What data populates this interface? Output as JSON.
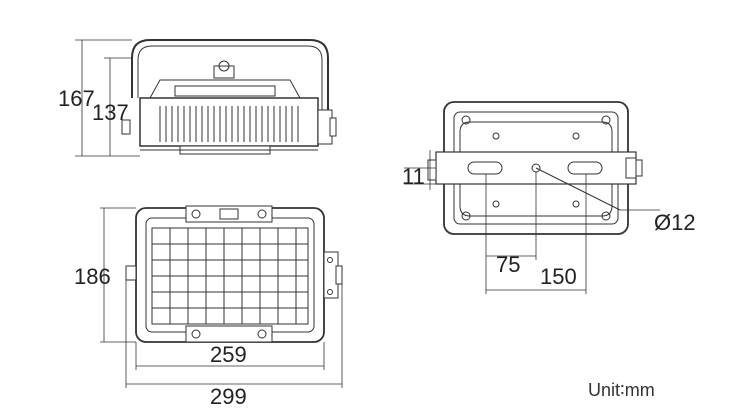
{
  "drawing": {
    "unit_label": "Unit∶mm",
    "dimensions": {
      "overall_height": "167",
      "body_height": "137",
      "body_height_front": "186",
      "inner_width": "259",
      "overall_width": "299",
      "bracket_thickness": "11",
      "hole_offset": "75",
      "hole_span": "150",
      "hole_diameter": "Ø12"
    }
  }
}
